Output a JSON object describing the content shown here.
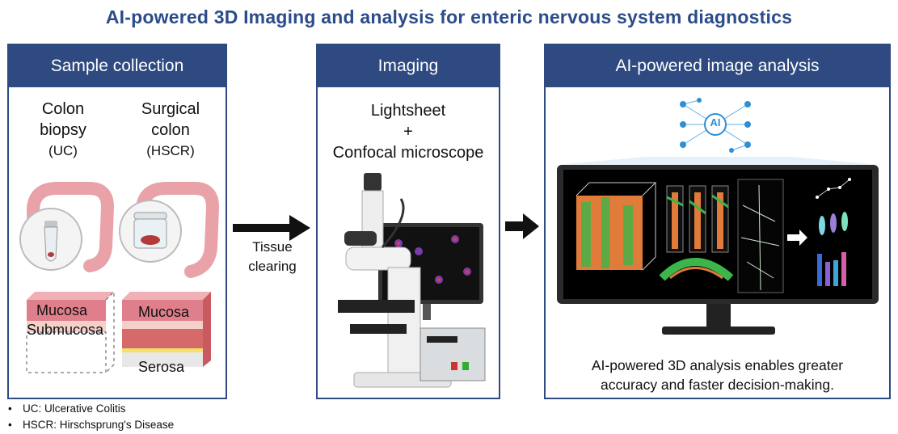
{
  "title": "AI-powered 3D Imaging and analysis for enteric nervous system diagnostics",
  "panels": {
    "sample": {
      "header": "Sample collection",
      "left": {
        "line1": "Colon",
        "line2": "biopsy",
        "abbr": "(UC)"
      },
      "right": {
        "line1": "Surgical",
        "line2": "colon",
        "abbr": "(HSCR)"
      },
      "layers": {
        "mucosa_left": "Mucosa",
        "submucosa": "Submucosa",
        "mucosa_right": "Mucosa",
        "serosa": "Serosa"
      }
    },
    "imaging": {
      "header": "Imaging",
      "line1": "Lightsheet",
      "plus": "+",
      "line2": "Confocal microscope"
    },
    "analysis": {
      "header": "AI-powered image analysis",
      "ai_badge": "AI",
      "caption1": "AI-powered 3D analysis enables greater",
      "caption2": "accuracy and faster decision-making."
    }
  },
  "arrow": {
    "line1": "Tissue",
    "line2": "clearing"
  },
  "footnotes": [
    "UC: Ulcerative Colitis",
    "HSCR: Hirschsprung's Disease"
  ],
  "colors": {
    "brand": "#2e4a80",
    "title": "#2b4c8a",
    "tissue": "#e8a2a8",
    "signal_orange": "#e07b39",
    "signal_green": "#3cb54a"
  }
}
